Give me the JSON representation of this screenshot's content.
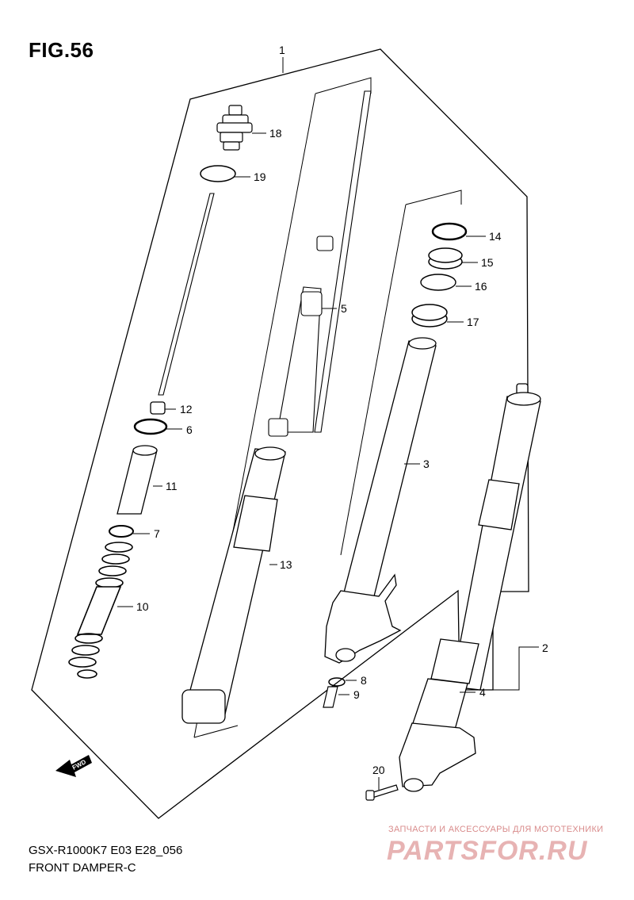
{
  "figure": {
    "title": "FIG.56",
    "model_code": "GSX-R1000K7 E03 E28_056",
    "diagram_name": "FRONT DAMPER-C"
  },
  "watermark": {
    "caption": "ЗАПЧАСТИ И АКСЕССУАРЫ ДЛЯ МОТОТЕХНИКИ",
    "logo": "PARTSFOR.RU"
  },
  "direction_marker": "FWD",
  "parts": [
    {
      "ref": "1"
    },
    {
      "ref": "2"
    },
    {
      "ref": "3"
    },
    {
      "ref": "4"
    },
    {
      "ref": "5"
    },
    {
      "ref": "6"
    },
    {
      "ref": "7"
    },
    {
      "ref": "8"
    },
    {
      "ref": "9"
    },
    {
      "ref": "10"
    },
    {
      "ref": "11"
    },
    {
      "ref": "12"
    },
    {
      "ref": "13"
    },
    {
      "ref": "14"
    },
    {
      "ref": "15"
    },
    {
      "ref": "16"
    },
    {
      "ref": "17"
    },
    {
      "ref": "18"
    },
    {
      "ref": "19"
    },
    {
      "ref": "20"
    }
  ]
}
